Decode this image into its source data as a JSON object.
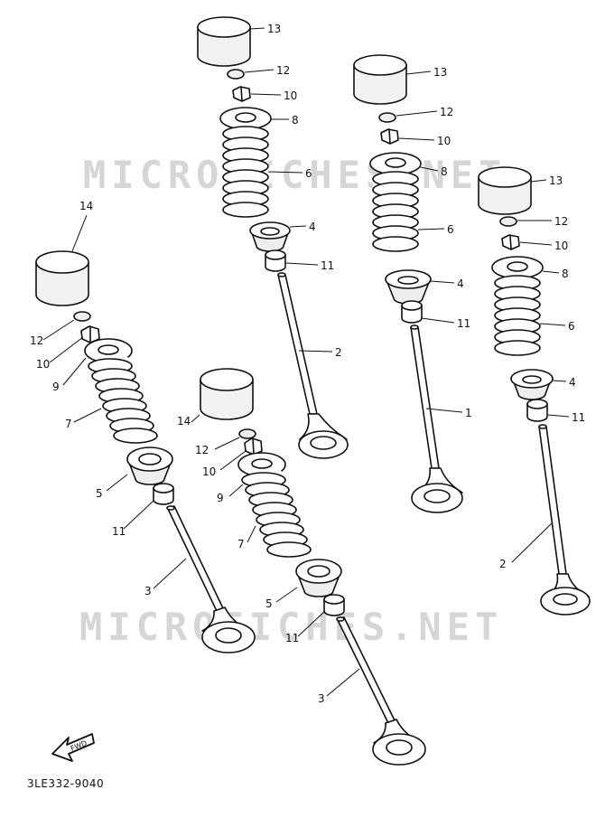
{
  "watermark": "MICROFICHES.NET",
  "part_code": "3LE332-9040",
  "fwd_label": "FWD",
  "callouts": [
    "1",
    "2",
    "3",
    "4",
    "5",
    "6",
    "7",
    "8",
    "9",
    "10",
    "11",
    "12",
    "13",
    "14"
  ]
}
